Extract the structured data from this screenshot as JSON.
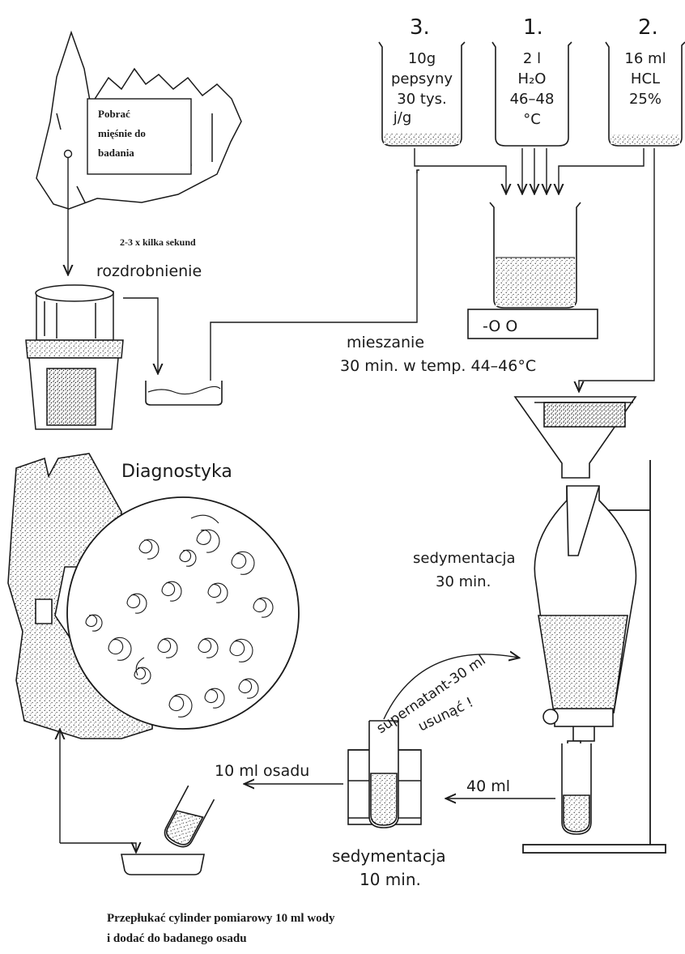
{
  "beakers": [
    {
      "number": "3.",
      "lines": [
        "10g",
        "pepsyny",
        "30 tys.",
        "j/g"
      ]
    },
    {
      "number": "1.",
      "lines": [
        "2 l",
        "H₂O",
        "46–48",
        "°C"
      ]
    },
    {
      "number": "2.",
      "lines": [
        "16 ml",
        "HCL",
        "25%"
      ]
    }
  ],
  "muscle_label": [
    "Pobrać",
    "mięśnie do",
    "badania"
  ],
  "grind_note": "2-3 x kilka sekund",
  "grind_label": "rozdrobnienie",
  "stirring": {
    "line1": "mieszanie",
    "line2": "30 min. w temp. 44–46°C"
  },
  "stirrer_display": "-O O",
  "diagnostics_label": "Diagnostyka",
  "sedimentation_1": {
    "line1": "sedymentacja",
    "line2": "30 min."
  },
  "supernatant": {
    "line1": "supernatant-30 ml",
    "line2": "usunąć !"
  },
  "transfer_40": "40 ml",
  "sediment_10": "10 ml osadu",
  "sedimentation_2": {
    "line1": "sedymentacja",
    "line2": "10 min."
  },
  "rinse_note": {
    "line1": "Przepłukać cylinder pomiarowy 10 ml wody",
    "line2": "i dodać  do badanego osadu"
  }
}
